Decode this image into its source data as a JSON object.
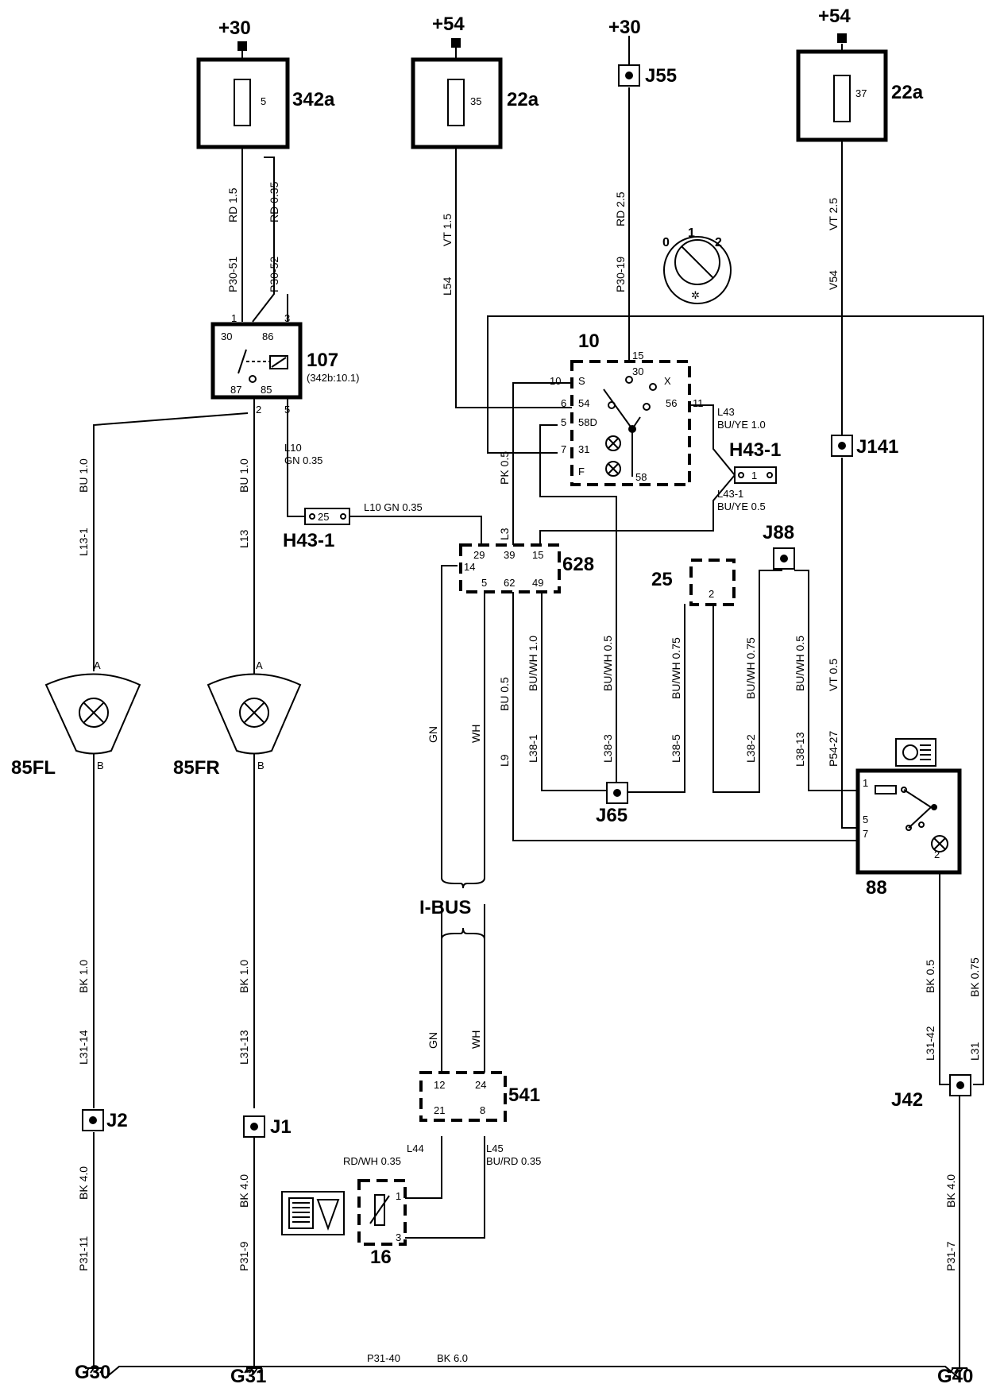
{
  "supplies": {
    "s1": "+30",
    "s2": "+54",
    "s3": "+30",
    "s4": "+54"
  },
  "fuses": {
    "f1": {
      "pin": "5",
      "id": "342a"
    },
    "f2": {
      "pin": "35",
      "id": "22a"
    },
    "f3": {
      "pin": "37",
      "id": "22a"
    }
  },
  "relay": {
    "id": "107",
    "sub": "(342b:10.1)",
    "p30": "30",
    "p86": "86",
    "p87": "87",
    "p85": "85",
    "n1": "1",
    "n3": "3",
    "n2": "2",
    "n5": "5"
  },
  "switch": {
    "id": "10",
    "p15": "15",
    "p30": "30",
    "pS": "S",
    "pX": "X",
    "p54": "54",
    "p56": "56",
    "p58D": "58D",
    "p31": "31",
    "pF": "F",
    "p58": "58",
    "n10": "10",
    "n6": "6",
    "n11": "11",
    "n5": "5",
    "n7": "7",
    "knob": {
      "k0": "0",
      "k1": "1",
      "k2": "2"
    }
  },
  "module628": {
    "id": "628",
    "p29": "29",
    "p39": "39",
    "p15": "15",
    "p14": "14",
    "p5": "5",
    "p62": "62",
    "p49": "49"
  },
  "module541": {
    "id": "541",
    "p12": "12",
    "p24": "24",
    "p21": "21",
    "p8": "8"
  },
  "connectors": {
    "h43_1a": {
      "id": "H43-1",
      "pin": "25"
    },
    "h43_1b": {
      "id": "H43-1",
      "pin": "1"
    },
    "c25": {
      "id": "25",
      "pin": "2"
    },
    "c16": {
      "id": "16",
      "p1": "1",
      "p3": "3"
    },
    "c88": {
      "id": "88",
      "p1": "1",
      "p5": "5",
      "p7": "7",
      "p2": "2"
    }
  },
  "junctions": {
    "j55": "J55",
    "j141": "J141",
    "j88": "J88",
    "j65": "J65",
    "j2": "J2",
    "j1": "J1",
    "j42": "J42"
  },
  "lamps": {
    "fl": {
      "id": "85FL",
      "a": "A",
      "b": "B"
    },
    "fr": {
      "id": "85FR",
      "a": "A",
      "b": "B"
    }
  },
  "grounds": {
    "g30": "G30",
    "g31": "G31",
    "g40": "G40"
  },
  "bus": "I-BUS",
  "wires": {
    "rd15": "RD 1.5",
    "p3051": "P30-51",
    "rd035": "RD 0.35",
    "p3052": "P30-52",
    "vt15": "VT 1.5",
    "l54": "L54",
    "rd25": "RD 2.5",
    "p3019": "P30-19",
    "vt25": "VT 2.5",
    "v54": "V54",
    "l10a": "L10",
    "gn035a": "GN 0.35",
    "l10b": "L10  GN 0.35",
    "bu10a": "BU 1.0",
    "l131": "L13-1",
    "bu10b": "BU 1.0",
    "l13": "L13",
    "l43": "L43",
    "buye10": "BU/YE  1.0",
    "l431": "L43-1",
    "buye05": "BU/YE  0.5",
    "pk05": "PK 0.5",
    "l3": "L3",
    "gn": "GN",
    "wh": "WH",
    "bu05": "BU 0.5",
    "l9": "L9",
    "buwh10": "BU/WH 1.0",
    "l381": "L38-1",
    "buwh05a": "BU/WH 0.5",
    "l383": "L38-3",
    "buwh075a": "BU/WH 0.75",
    "l385": "L38-5",
    "buwh075b": "BU/WH 0.75",
    "l382": "L38-2",
    "buwh05b": "BU/WH 0.5",
    "l3813": "L38-13",
    "vt05": "VT 0.5",
    "p5427": "P54-27",
    "bk10a": "BK 1.0",
    "l3114": "L31-14",
    "bk10b": "BK 1.0",
    "l3113": "L31-13",
    "bk40a": "BK 4.0",
    "p3111": "P31-11",
    "bk40b": "BK 4.0",
    "p319": "P31-9",
    "bk05": "BK 0.5",
    "l3142": "L31-42",
    "bk075": "BK 0.75",
    "l31": "L31",
    "bk40c": "BK 4.0",
    "p317": "P31-7",
    "gn2": "GN",
    "wh2": "WH",
    "l44": "L44",
    "rdwh035": "RD/WH 0.35",
    "l45": "L45",
    "burd035": "BU/RD  0.35",
    "p3140": "P31-40",
    "bk60": "BK 6.0"
  }
}
